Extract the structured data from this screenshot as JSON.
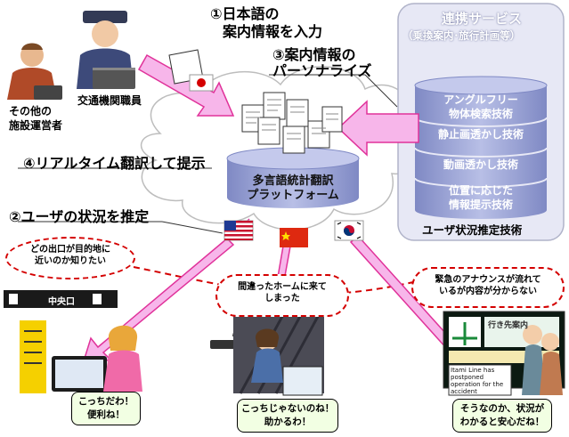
{
  "colors": {
    "arrow_pink": "#f7b6ea",
    "arrow_pink_border": "#e0329a",
    "red_line": "#d40000",
    "cylinder": "#9fa8d6",
    "cylinder_text": "#ffffff",
    "services_panel": "#e7e8f5",
    "bubble_fill": "#f2ffe3"
  },
  "steps": {
    "input_line1": "①日本語の",
    "input_line2": "案内情報を入力",
    "personalize_line1": "③案内情報の",
    "personalize_line2": "パーソナライズ",
    "translate": "④リアルタイム翻訳して提示",
    "estimate": "②ユーザの状況を推定"
  },
  "actors": {
    "transport_staff": "交通機関職員",
    "other_facility_line1": "その他の",
    "other_facility_line2": "施設運営者"
  },
  "services": {
    "title": "連携サービス",
    "subtitle": "（乗換案内･旅行計画等）",
    "items": [
      {
        "line1": "アングルフリー",
        "line2": "物体検索技術"
      },
      {
        "line1": "静止画透かし技術",
        "line2": ""
      },
      {
        "line1": "動画透かし技術",
        "line2": ""
      },
      {
        "line1": "位置に応じた",
        "line2": "情報提示技術"
      }
    ],
    "footer": "ユーザ状況推定技術"
  },
  "platform": {
    "line1": "多言語統計翻訳",
    "line2": "プラットフォーム"
  },
  "flags": [
    {
      "name": "japan-flag-icon"
    },
    {
      "name": "usa-flag-icon"
    },
    {
      "name": "china-flag-icon"
    },
    {
      "name": "korea-flag-icon"
    }
  ],
  "situations": {
    "exit_line1": "どの出口が目的地に",
    "exit_line2": "近いのか知りたい",
    "wrong_platform_line1": "間違ったホームに来て",
    "wrong_platform_line2": "しまった",
    "announcement_line1": "緊急のアナウンスが流れて",
    "announcement_line2": "いるが内容が分からない"
  },
  "responses": {
    "user1_line1": "こっちだわ！",
    "user1_line2": "便利ね！",
    "user2_line1": "こっちじゃないのね！",
    "user2_line2": "助かるわ！",
    "user3_line1": "そうなのか、状況が",
    "user3_line2": "わかると安心だね！"
  },
  "signage": {
    "central_exit": "中央口",
    "english_notice": "Itami Line has postponed operation for the accident",
    "screen_header": "行き先案内"
  }
}
